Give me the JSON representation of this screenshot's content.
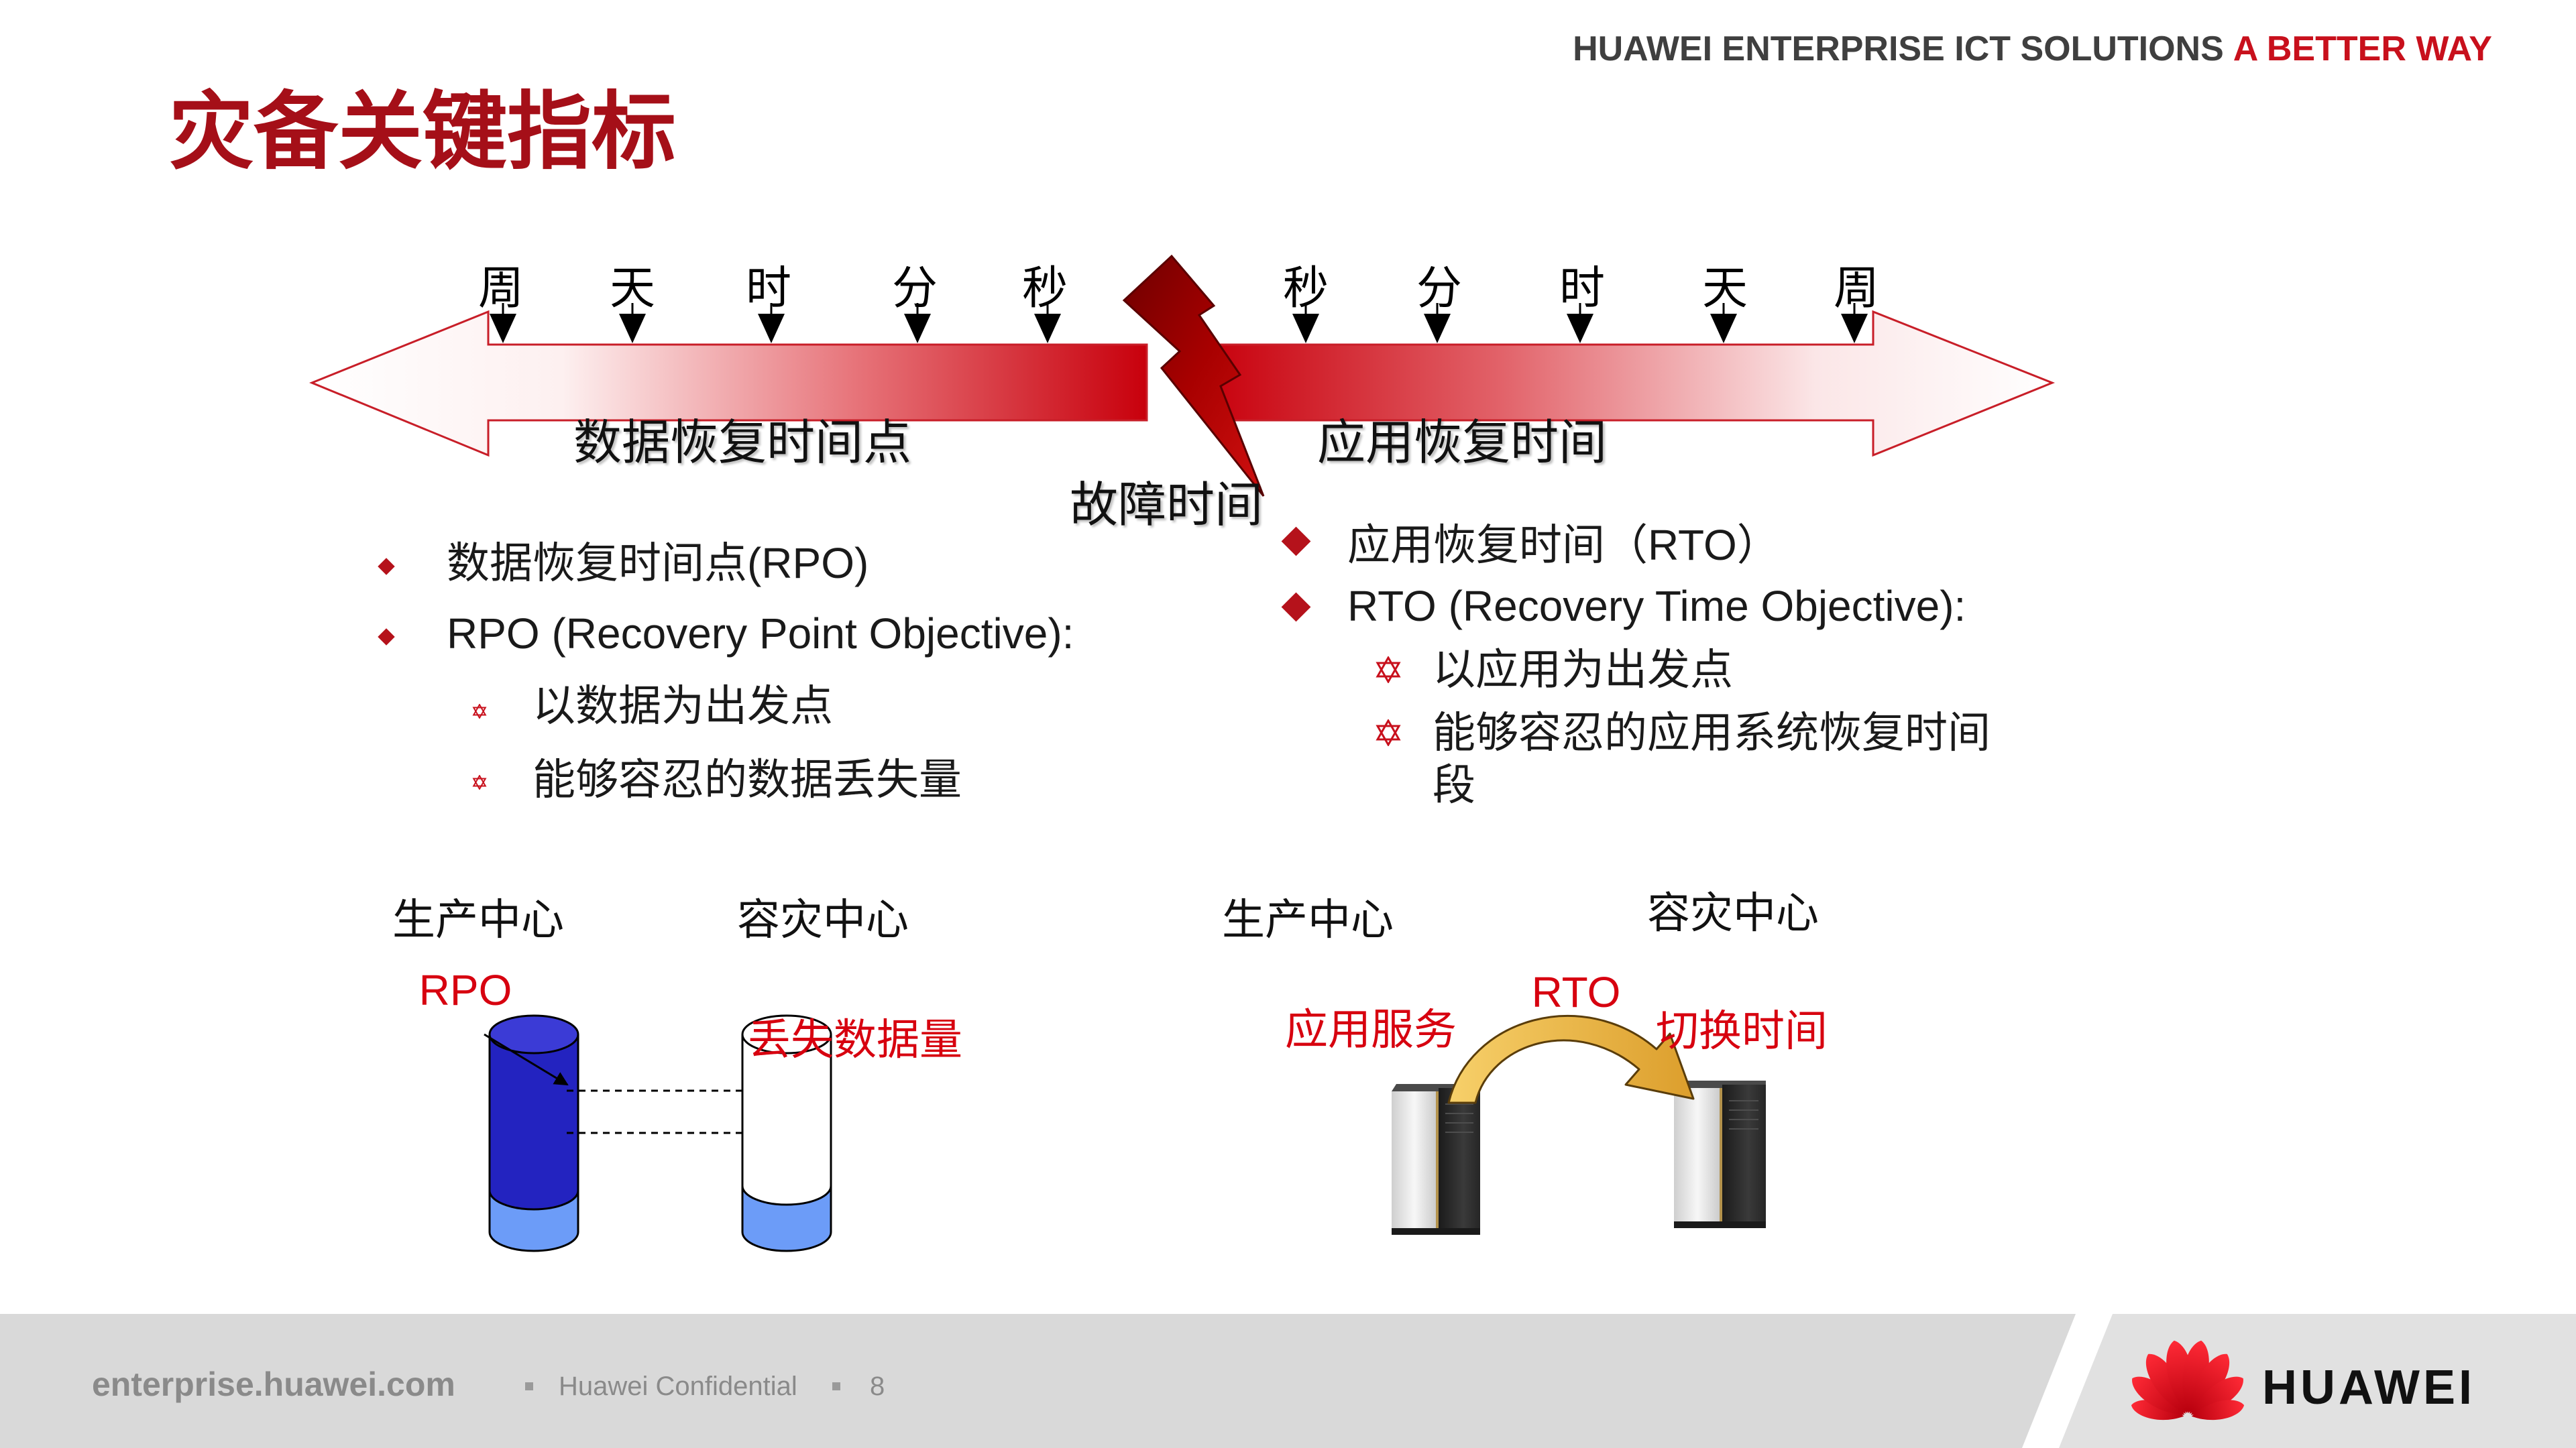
{
  "header": {
    "brand": "HUAWEI ENTERPRISE ICT SOLUTIONS",
    "tagline": "A BETTER WAY"
  },
  "title": "灾备关键指标",
  "timeline": {
    "past_ticks": [
      "周",
      "天",
      "时",
      "分",
      "秒"
    ],
    "future_ticks": [
      "秒",
      "分",
      "时",
      "天",
      "周"
    ],
    "past_label": "数据恢复时间点",
    "future_label": "应用恢复时间",
    "failure_label": "故障时间"
  },
  "rpo_section": {
    "bullets": [
      "数据恢复时间点(RPO)",
      "RPO (Recovery Point Objective):"
    ],
    "sub_bullets": [
      "以数据为出发点",
      "能够容忍的数据丢失量"
    ]
  },
  "rto_section": {
    "bullets": [
      "应用恢复时间（RTO）",
      "RTO (Recovery Time Objective):"
    ],
    "sub_bullets": [
      "以应用为出发点",
      "能够容忍的应用系统恢复时间段"
    ]
  },
  "rpo_diagram": {
    "production_site": "生产中心",
    "dr_site": "容灾中心",
    "metric": "RPO",
    "loss_label": "丢失数据量"
  },
  "rto_diagram": {
    "production_site": "生产中心",
    "dr_site": "容灾中心",
    "metric": "RTO",
    "service_label": "应用服务",
    "switch_label": "切换时间"
  },
  "footer": {
    "website": "enterprise.huawei.com",
    "confidential": "Huawei Confidential",
    "page_number": "8",
    "logo_text": "HUAWEI"
  },
  "icons": {
    "bullet": "diamond-bullet-icon",
    "sub_bullet": "star-bullet-icon",
    "failure_marker": "lightning-icon",
    "storage": "database-icon",
    "host": "server-icon",
    "switchover": "curved-arrow-icon",
    "logo": "huawei-logo-icon"
  },
  "colors": {
    "title_red": "#a50f18",
    "tagline_red": "#c8101c",
    "label_red": "#d7000f",
    "bullet_red": "#b5121b",
    "arrow_red": "#c8000c",
    "db_dark_blue": "#2323c0",
    "db_light_blue": "#6c9cf8",
    "footer_gray": "#d9d9d9",
    "footer_text": "#8a8a8a",
    "logo_red": "#e60012"
  }
}
